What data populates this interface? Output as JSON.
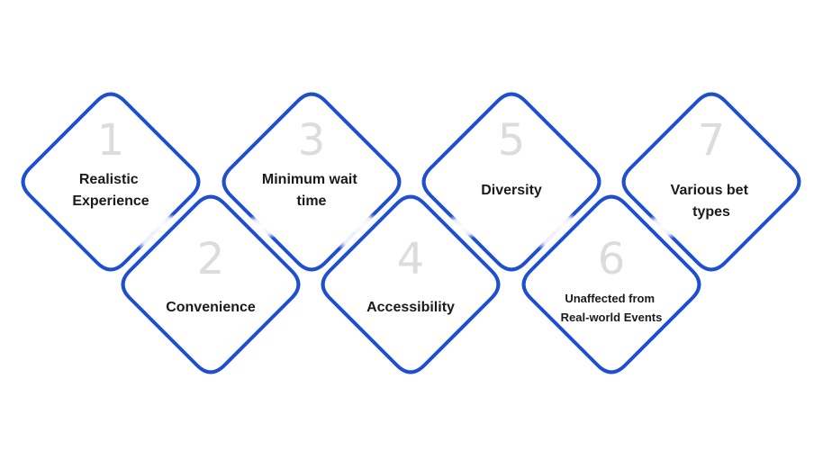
{
  "accent_color": "#1f4fd1",
  "number_color": "#dcdcdc",
  "steps": [
    {
      "number": "1",
      "label_lines": [
        "Realistic",
        "Experience"
      ]
    },
    {
      "number": "2",
      "label_lines": [
        "Convenience"
      ]
    },
    {
      "number": "3",
      "label_lines": [
        "Minimum wait",
        "time"
      ]
    },
    {
      "number": "4",
      "label_lines": [
        "Accessibility"
      ]
    },
    {
      "number": "5",
      "label_lines": [
        "Diversity"
      ]
    },
    {
      "number": "6",
      "label_lines": [
        "Unaffected from",
        "Real-world Events"
      ]
    },
    {
      "number": "7",
      "label_lines": [
        "Various bet",
        "types"
      ]
    }
  ]
}
